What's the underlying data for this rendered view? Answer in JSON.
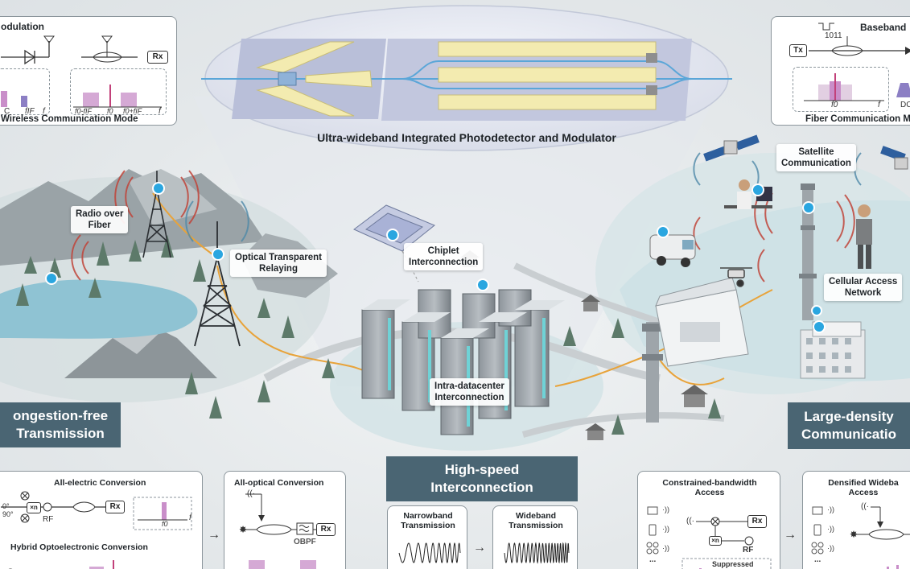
{
  "top_left_panel": {
    "title": "odulation",
    "caption": "Wireless Communication Mode",
    "rx": "Rx",
    "labels": {
      "c": "C",
      "fif": "fIF",
      "f": "f",
      "f0_minus": "f0-fIF",
      "f0": "f0",
      "f0_plus": "f0+fIF",
      "f2": "f"
    }
  },
  "top_right_panel": {
    "title": "Baseband",
    "bits": "1011",
    "tx": "Tx",
    "caption": "Fiber Communication M",
    "labels": {
      "f0": "f0",
      "f": "f",
      "dc": "DC"
    }
  },
  "chip_title": "Ultra-wideband Integrated Photodetector and Modulator",
  "callouts": {
    "radio_over_fiber": [
      "Radio over",
      "Fiber"
    ],
    "optical_relaying": [
      "Optical Transparent",
      "Relaying"
    ],
    "chiplet": [
      "Chiplet",
      "Interconnection"
    ],
    "intra_dc": [
      "Intra-datacenter",
      "Interconnection"
    ],
    "satellite": [
      "Satellite",
      "Communication"
    ],
    "cellular": [
      "Cellular Access",
      "Network"
    ]
  },
  "banners": {
    "left": [
      "ongestion-free",
      "Transmission"
    ],
    "center": [
      "High-speed",
      "Interconnection"
    ],
    "right": [
      "Large-density",
      "Communicatio"
    ]
  },
  "bottom_left_panel": {
    "all_electric": "All-electric Conversion",
    "hybrid": "Hybrid Optoelectronic Conversion",
    "phase_top": "0°",
    "phase_bottom": "90°",
    "xn": "×n",
    "rf": "RF",
    "rx": "Rx",
    "f0": "f0",
    "f": "f"
  },
  "bottom_optical_panel": {
    "title": "All-optical Conversion",
    "obpf": "OBPF",
    "rx": "Rx"
  },
  "narrowband_panel": {
    "title": [
      "Narrowband",
      "Transmission"
    ]
  },
  "wideband_panel": {
    "title": [
      "Wideband",
      "Transmission"
    ]
  },
  "constrained_panel": {
    "title": [
      "Constrained-bandwidth",
      "Access"
    ],
    "rx": "Rx",
    "xn": "×n",
    "rf": "RF",
    "ellipsis": "...",
    "suppressed": "Suppressed"
  },
  "densified_panel": {
    "title": [
      "Densified Wideba",
      "Access"
    ],
    "ellipsis": "..."
  },
  "colors": {
    "banner": "#4a6573",
    "fiber": "#e8a33a",
    "water": "#8fc3d3",
    "chip_bg": "#c9cde2",
    "electrode": "#f3ebb0",
    "spectrum": "#c98ec9",
    "node": "#2aa6e0"
  }
}
